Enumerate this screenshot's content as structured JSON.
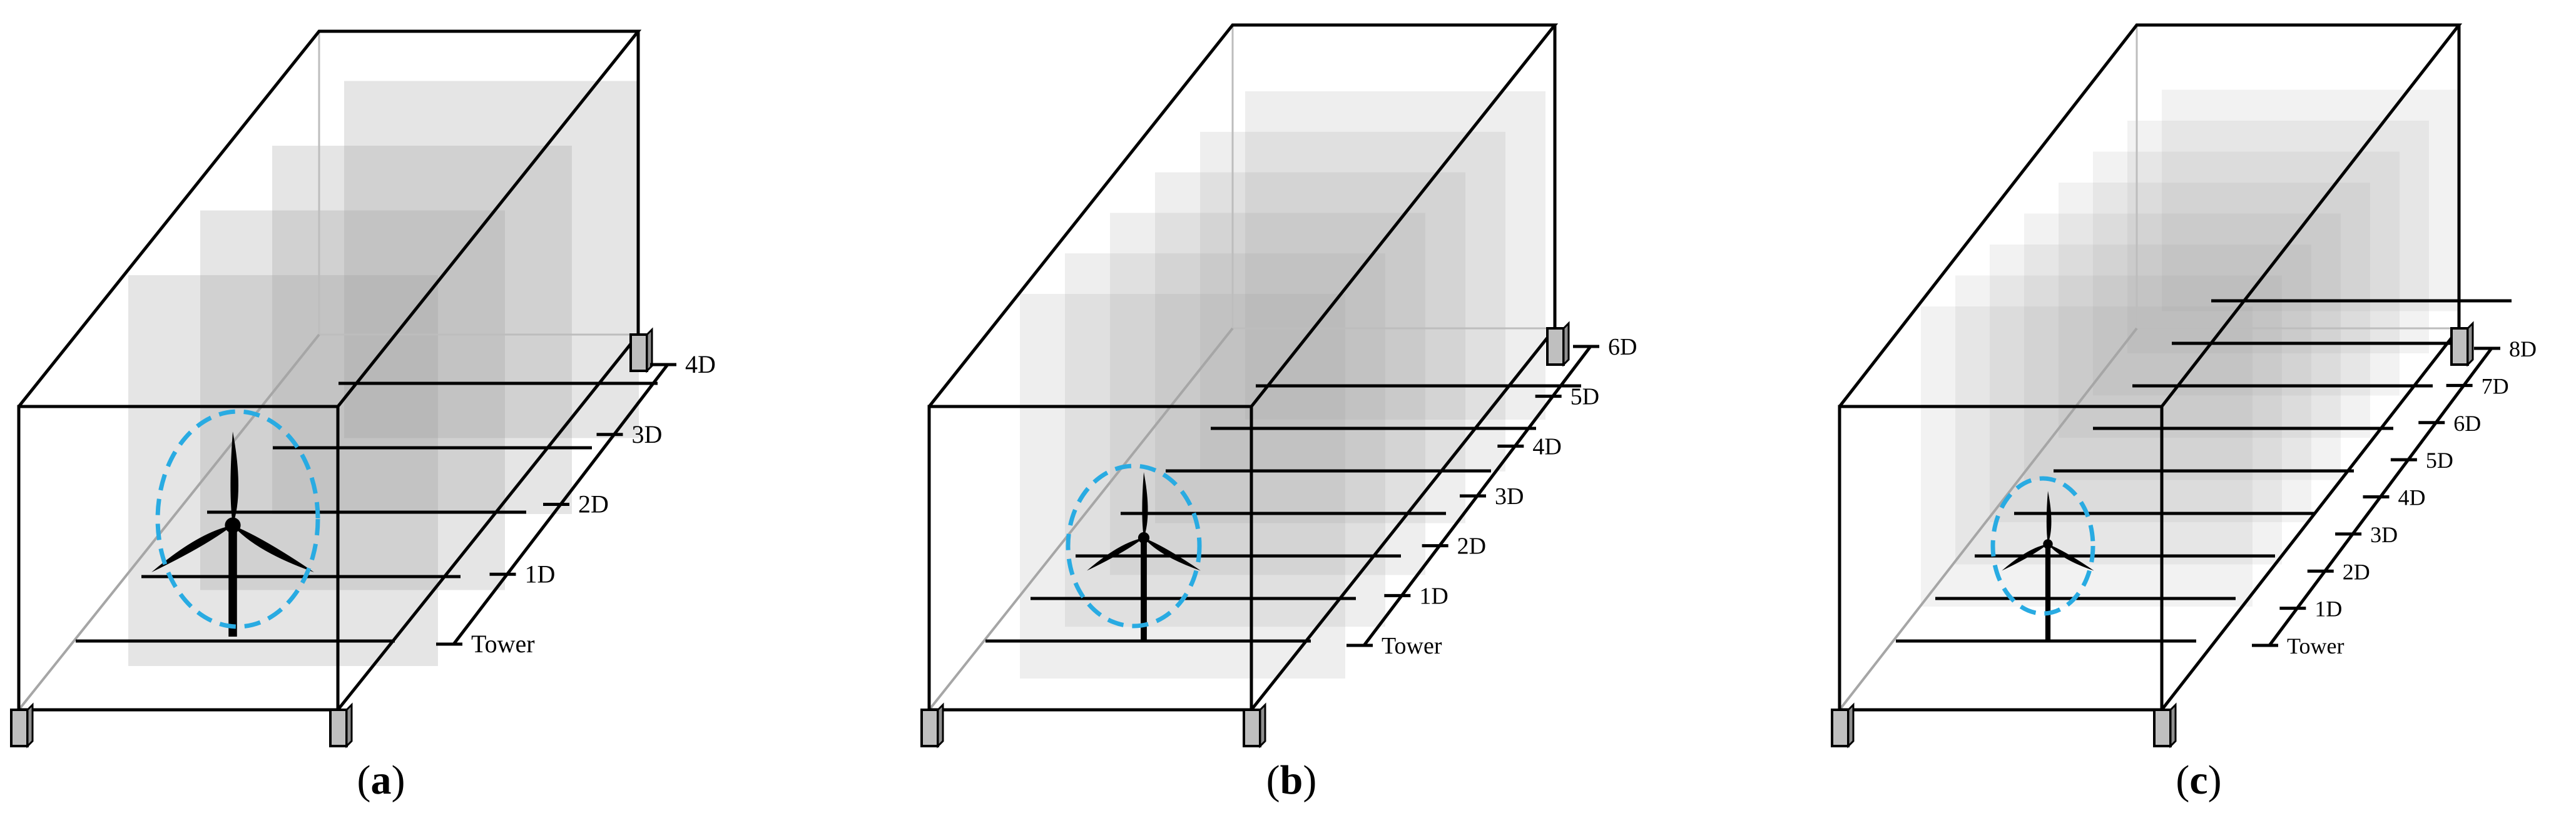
{
  "panels": [
    {
      "id": "a",
      "caption": {
        "open": "(",
        "letter": "a",
        "close": ")"
      },
      "scale_labels": [
        "Tower",
        "1D",
        "2D",
        "3D",
        "4D"
      ]
    },
    {
      "id": "b",
      "caption": {
        "open": "(",
        "letter": "b",
        "close": ")"
      },
      "scale_labels": [
        "Tower",
        "1D",
        "2D",
        "3D",
        "4D",
        "5D",
        "6D"
      ]
    },
    {
      "id": "c",
      "caption": {
        "open": "(",
        "letter": "c",
        "close": ")"
      },
      "scale_labels": [
        "Tower",
        "1D",
        "2D",
        "3D",
        "4D",
        "5D",
        "6D",
        "7D",
        "8D"
      ]
    }
  ],
  "colors": {
    "outline": "#000000",
    "plane_fill": "#9a9a9a",
    "rotor_ring": "#29abe2",
    "floor_line": "#a6a6a6",
    "support_fill": "#bfbfbf"
  }
}
